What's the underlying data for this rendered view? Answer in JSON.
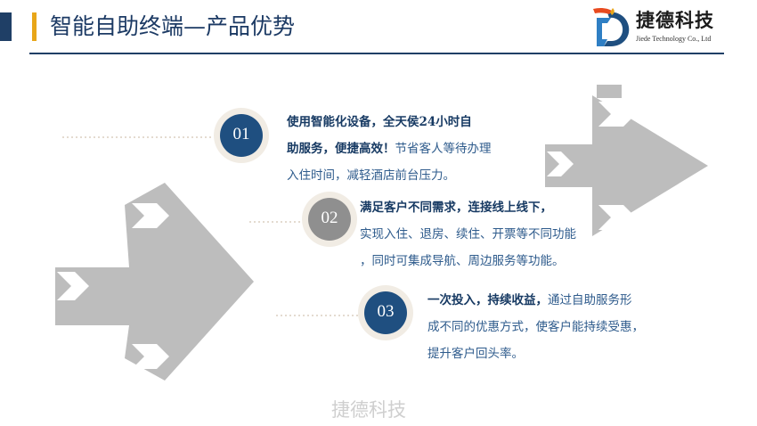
{
  "header": {
    "title": "智能自助终端—产品优势"
  },
  "logo": {
    "name": "捷德科技",
    "subtitle": "Jiede Technology Co., Ltd"
  },
  "items": [
    {
      "number": "01",
      "lines": [
        {
          "strong": "使用智能化设备，全天侯24小时自",
          "rest": ""
        },
        {
          "strong": "助服务，便捷高效！",
          "rest": "节省客人等待办理"
        },
        {
          "strong": "",
          "rest": "入住时间，减轻酒店前台压力。"
        }
      ]
    },
    {
      "number": "02",
      "lines": [
        {
          "strong": "满足客户不同需求，连接线上线下，",
          "rest": ""
        },
        {
          "strong": "",
          "rest": "实现入住、退房、续住、开票等不同功能"
        },
        {
          "strong": "",
          "rest": "，同时可集成导航、周边服务等功能。"
        }
      ]
    },
    {
      "number": "03",
      "lines": [
        {
          "strong": "一次投入，持续收益，",
          "rest": "通过自助服务形"
        },
        {
          "strong": "",
          "rest": "成不同的优惠方式，使客户能持续受惠，"
        },
        {
          "strong": "",
          "rest": "提升客户回头率。"
        }
      ]
    }
  ],
  "footer": {
    "watermark": "捷德科技"
  },
  "colors": {
    "navy": "#1f3f66",
    "gold": "#e8a619",
    "arrow_gray": "#bdbdbd",
    "badge_gray": "#8f8f8f",
    "badge_blue": "#1f4f80"
  }
}
